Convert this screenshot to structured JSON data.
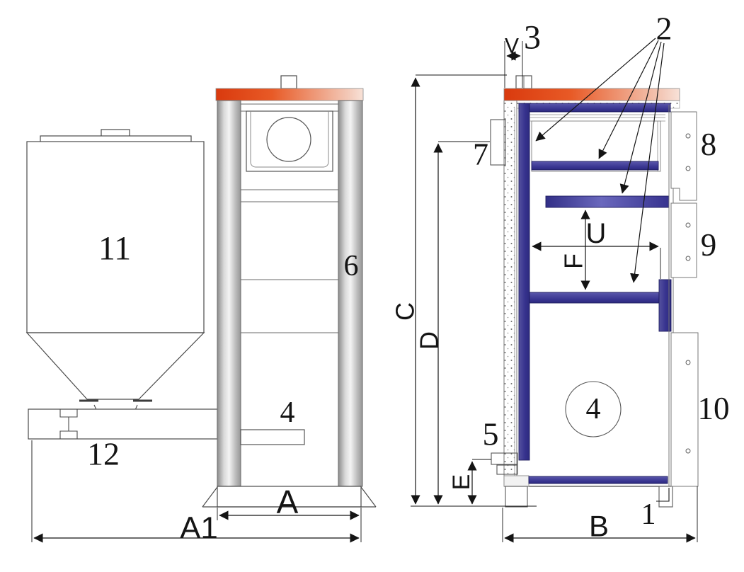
{
  "drawing": {
    "description": "Dimensioned technical drawing of a solid-fuel boiler: fuel hopper with screw feeder (left), boiler front view (middle), boiler side cross-section (right)"
  },
  "labels": {
    "n1": "1",
    "n2": "2",
    "n3": "3",
    "n4_front": "4",
    "n4_side": "4",
    "n5": "5",
    "n6": "6",
    "n7": "7",
    "n8": "8",
    "n9": "9",
    "n10": "10",
    "n11": "11",
    "n12": "12"
  },
  "dims": {
    "a": "A",
    "a1": "A1",
    "b": "B",
    "c": "C",
    "d": "D",
    "e": "E",
    "f": "F",
    "u": "U",
    "v": "V"
  },
  "colors": {
    "accent_red": "#e2430f",
    "accent_blue": "#37338f",
    "column_gray": "#9a9a9a",
    "line": "#4a4a4a"
  }
}
